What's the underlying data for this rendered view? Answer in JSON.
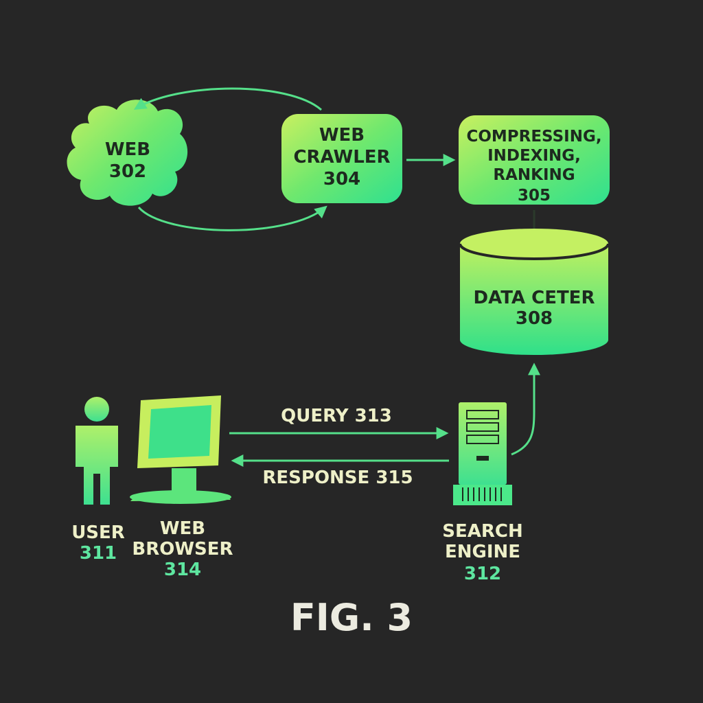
{
  "nodes": {
    "web": {
      "label": "WEB",
      "number": "302"
    },
    "crawler": {
      "line1": "WEB",
      "line2": "CRAWLER",
      "number": "304"
    },
    "indexing": {
      "line1": "COMPRESSING,",
      "line2": "INDEXING,",
      "line3": "RANKING",
      "number": "305"
    },
    "datacenter": {
      "label": "DATA CETER",
      "number": "308"
    },
    "user": {
      "label": "USER",
      "number": "311"
    },
    "browser": {
      "line1": "WEB",
      "line2": "BROWSER",
      "number": "314"
    },
    "search_engine": {
      "line1": "SEARCH",
      "line2": "ENGINE",
      "number": "312"
    }
  },
  "edges": {
    "query": "QUERY 313",
    "response": "RESPONSE 315"
  },
  "caption": "FIG. 3",
  "colors": {
    "background": "#262626",
    "accent_yellow": "#c8f060",
    "accent_green": "#3ee48a",
    "arrow": "#55e08a",
    "label_light": "#eef0c8",
    "number_green": "#5ee6a0"
  }
}
